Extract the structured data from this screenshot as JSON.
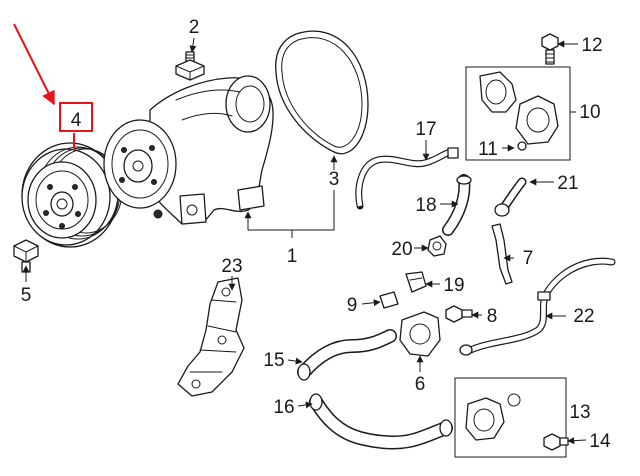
{
  "diagram": {
    "highlight_color": "#e8141b",
    "line_color": "#1a1a1a",
    "callouts": [
      {
        "id": "c1",
        "label": "1"
      },
      {
        "id": "c2",
        "label": "2"
      },
      {
        "id": "c3",
        "label": "3"
      },
      {
        "id": "c4",
        "label": "4",
        "highlighted": true
      },
      {
        "id": "c5",
        "label": "5"
      },
      {
        "id": "c6",
        "label": "6"
      },
      {
        "id": "c7",
        "label": "7"
      },
      {
        "id": "c8",
        "label": "8"
      },
      {
        "id": "c9",
        "label": "9"
      },
      {
        "id": "c10",
        "label": "10"
      },
      {
        "id": "c11",
        "label": "11"
      },
      {
        "id": "c12",
        "label": "12"
      },
      {
        "id": "c13",
        "label": "13"
      },
      {
        "id": "c14",
        "label": "14"
      },
      {
        "id": "c15",
        "label": "15"
      },
      {
        "id": "c16",
        "label": "16"
      },
      {
        "id": "c17",
        "label": "17"
      },
      {
        "id": "c18",
        "label": "18"
      },
      {
        "id": "c19",
        "label": "19"
      },
      {
        "id": "c20",
        "label": "20"
      },
      {
        "id": "c21",
        "label": "21"
      },
      {
        "id": "c22",
        "label": "22"
      },
      {
        "id": "c23",
        "label": "23"
      }
    ]
  }
}
